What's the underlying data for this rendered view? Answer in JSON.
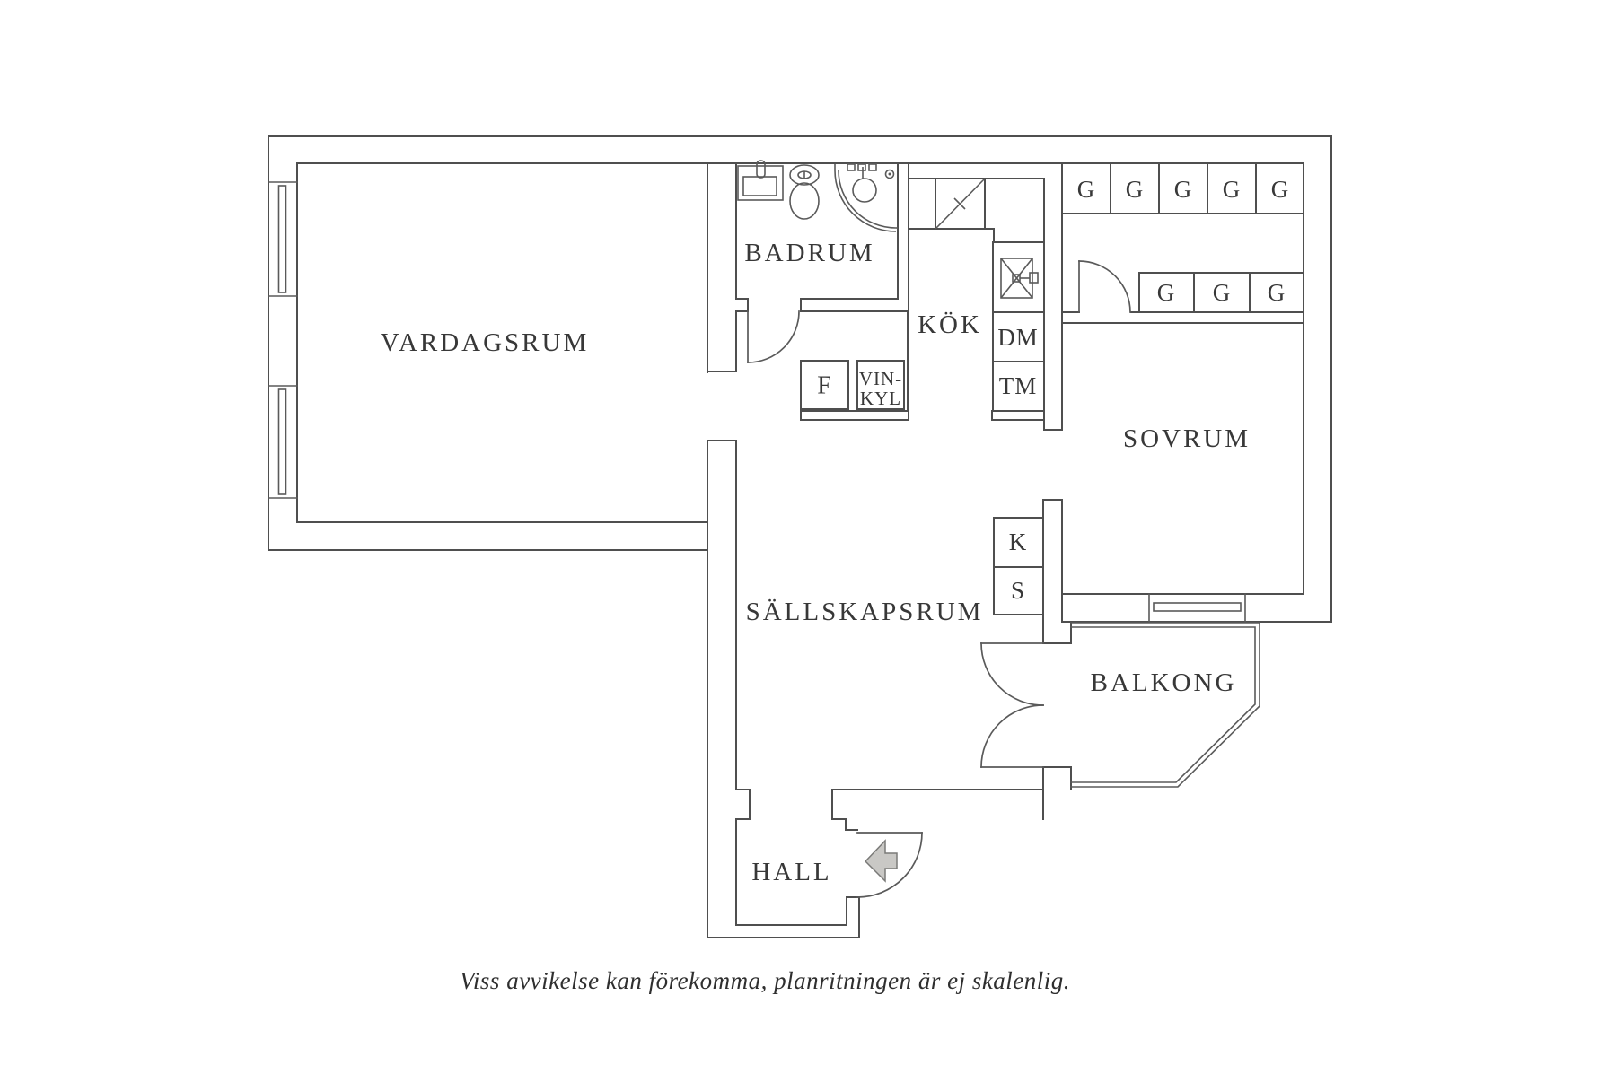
{
  "rooms": {
    "vardagsrum": "VARDAGSRUM",
    "badrum": "BADRUM",
    "kok": "KÖK",
    "sovrum": "SOVRUM",
    "sallskapsrum": "SÄLLSKAPSRUM",
    "hall": "HALL",
    "balkong": "BALKONG"
  },
  "appliances": {
    "freezer": "F",
    "wine_cooler_line1": "VIN-",
    "wine_cooler_line2": "KYL",
    "dishwasher": "DM",
    "washing_machine": "TM",
    "closet_k": "K",
    "closet_s": "S"
  },
  "wardrobes": {
    "label": "G",
    "top_row_count": 5,
    "bottom_row_count": 3
  },
  "footer": {
    "disclaimer": "Viss avvikelse kan förekomma, planritningen är ej skalenlig."
  },
  "colors": {
    "wall": "#4f4f4f",
    "text": "#383838",
    "arrow_fill": "#c9c8c5",
    "arrow_stroke": "#7a7a78",
    "background": "#ffffff"
  }
}
